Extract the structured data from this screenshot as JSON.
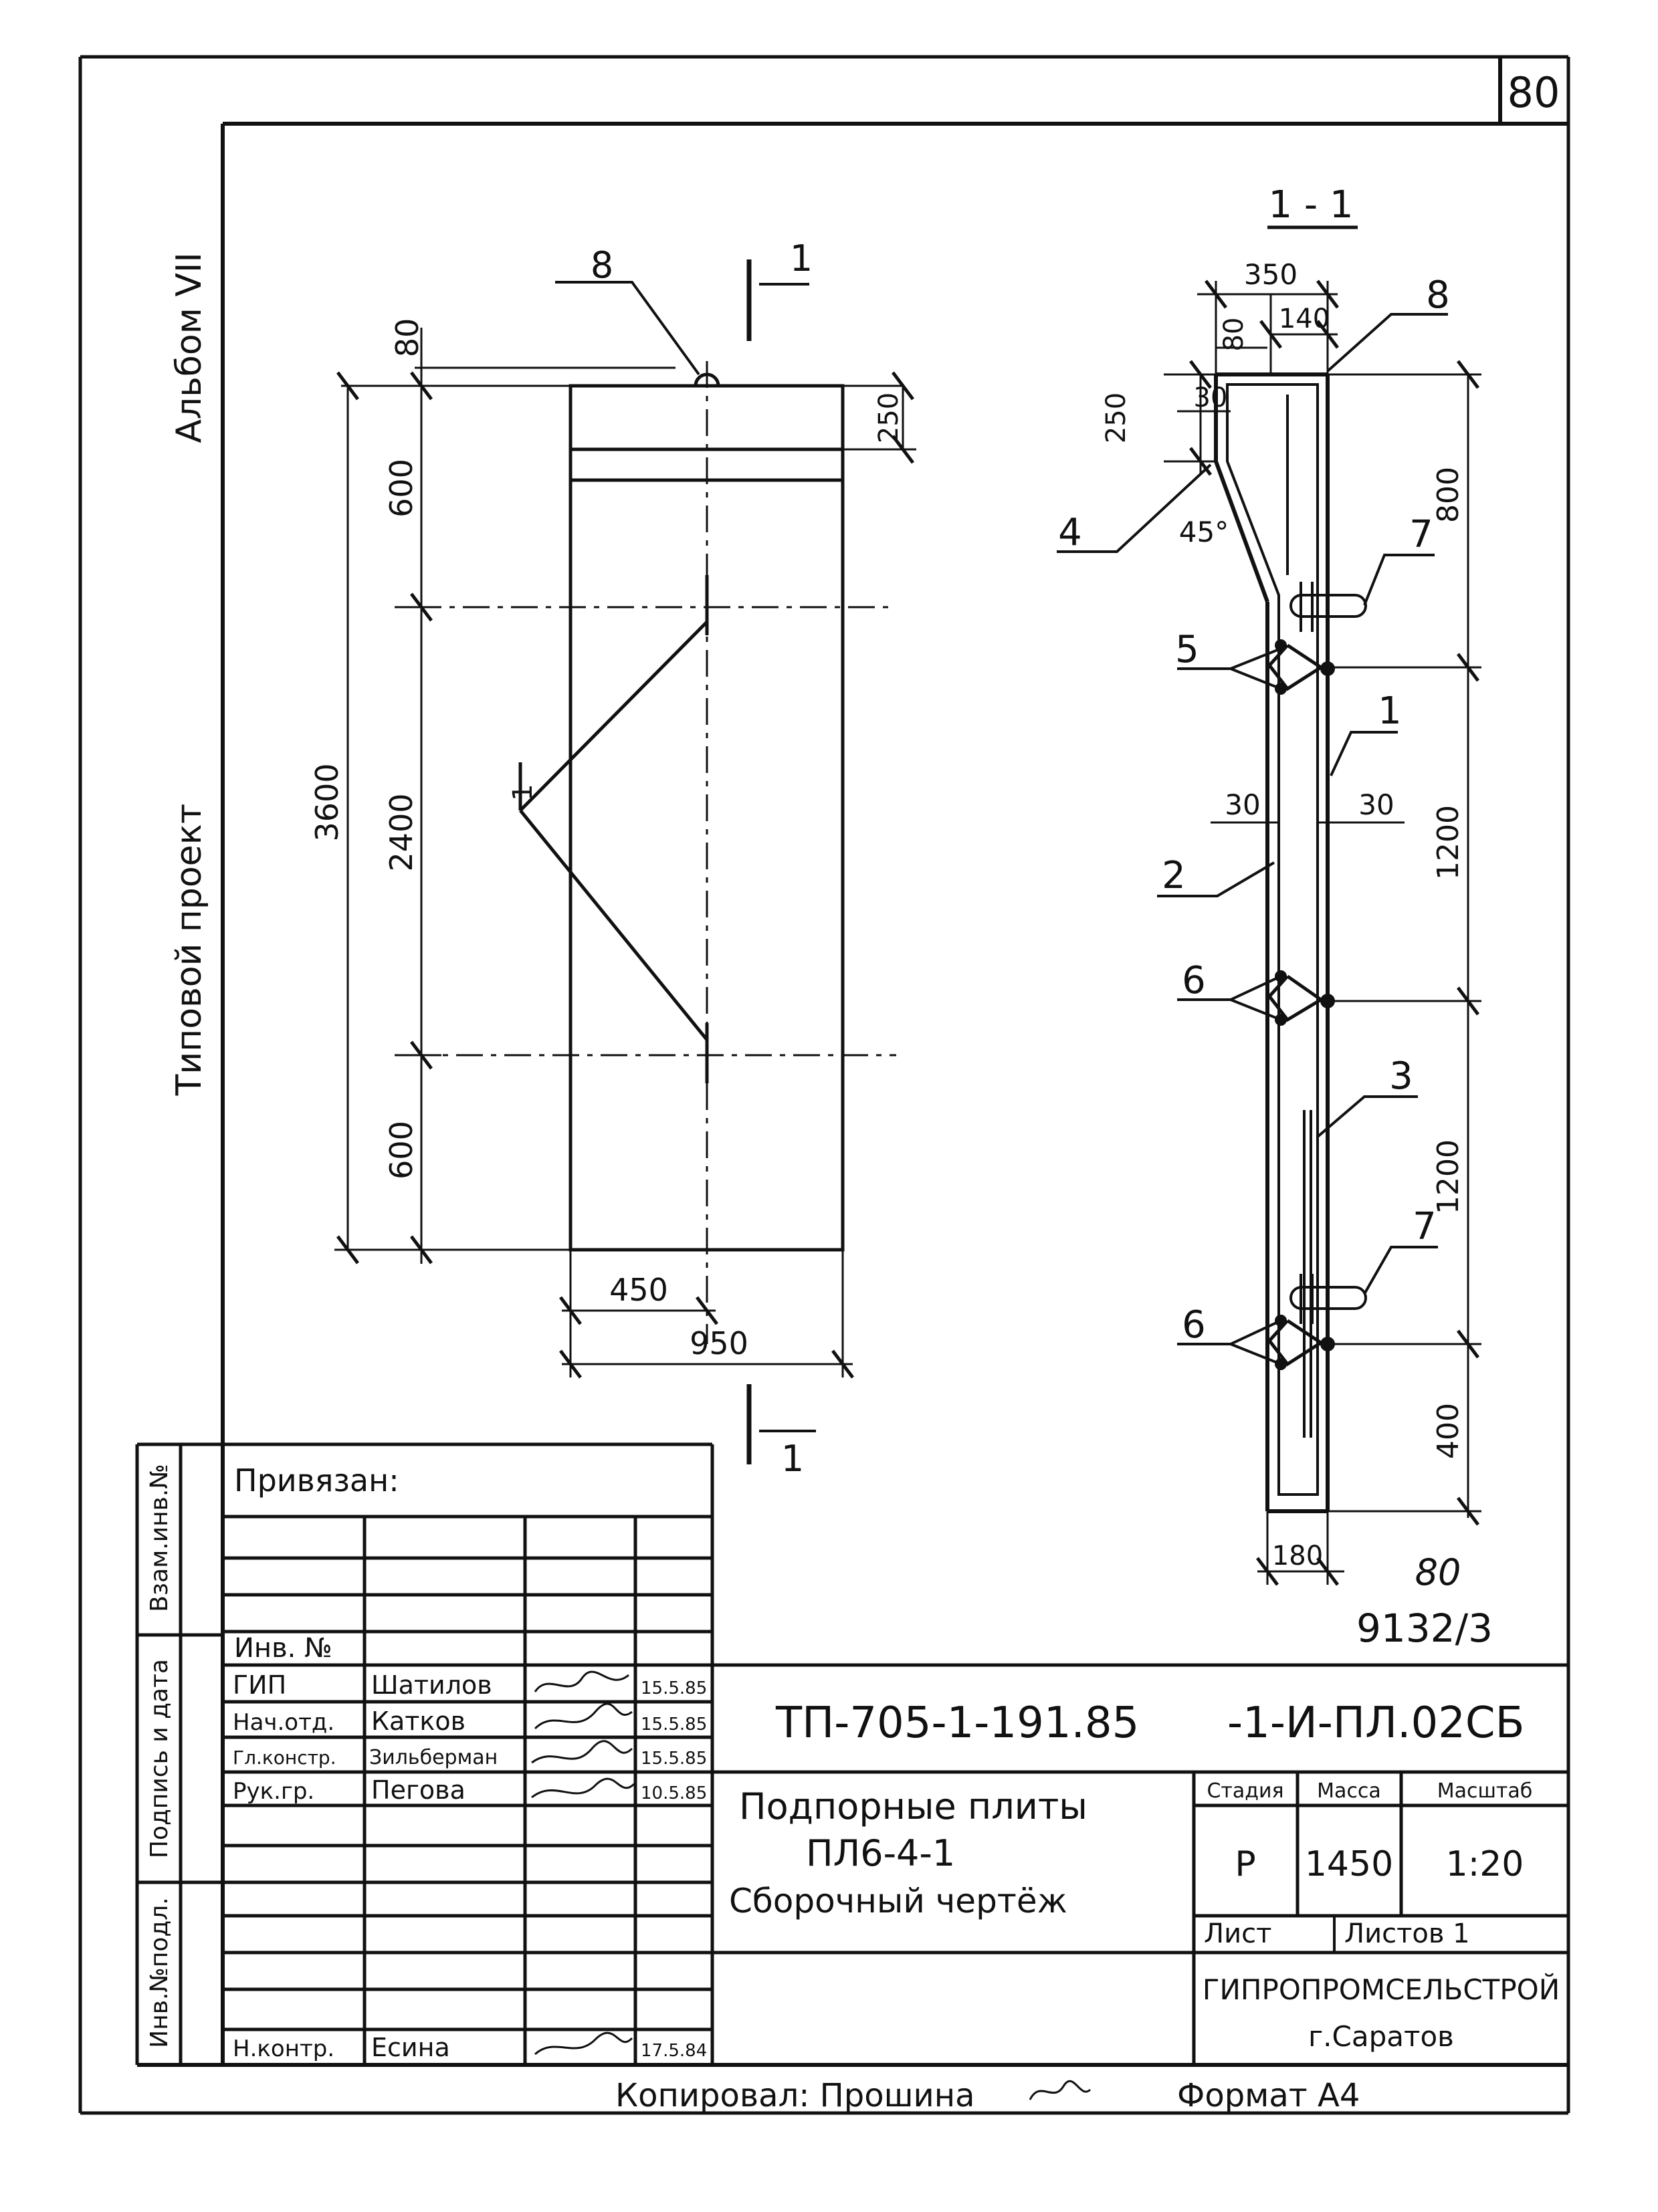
{
  "sheet": {
    "page_number": "80",
    "album": "Альбом VII",
    "project_type": "Типовой проект",
    "copied_by": "Копировал: Прошина",
    "format": "Формат А4",
    "archive_number_top": "80",
    "archive_number": "9132/3"
  },
  "plan_view": {
    "dims": {
      "d80": "80",
      "d250": "250",
      "d600_top": "600",
      "d2400": "2400",
      "d600_bottom": "600",
      "d3600": "3600",
      "d450": "450",
      "d950": "950"
    },
    "callouts": {
      "c8": "8",
      "c1": "1",
      "section_top": "1",
      "section_bottom": "1"
    }
  },
  "section_view": {
    "title": "1 - 1",
    "dims": {
      "d350": "350",
      "d80": "80",
      "d140": "140",
      "d30_top": "30",
      "d250": "250",
      "angle": "45°",
      "d800": "800",
      "d1200_upper": "1200",
      "d1200_lower": "1200",
      "d400": "400",
      "d30_left": "30",
      "d30_right": "30",
      "d180": "180"
    },
    "callouts": {
      "c1": "1",
      "c2": "2",
      "c3": "3",
      "c4": "4",
      "c5": "5",
      "c6_upper": "6",
      "c6_lower": "6",
      "c7_upper": "7",
      "c7_lower": "7",
      "c8": "8"
    }
  },
  "side_stamp": {
    "labels": [
      "Инв.№подл.",
      "Подпись и дата",
      "Взам.инв.№"
    ]
  },
  "title_block": {
    "attached": "Привязан:",
    "inventory": "Инв. №",
    "roles": [
      {
        "role": "ГИП",
        "name": "Шатилов",
        "date": "15.5.85"
      },
      {
        "role": "Нач.отд.",
        "name": "Катков",
        "date": "15.5.85"
      },
      {
        "role": "Гл.констр.",
        "name": "Зильберман",
        "date": "15.5.85"
      },
      {
        "role": "Рук.гр.",
        "name": "Пегова",
        "date": "10.5.85"
      },
      {
        "role": "Н.контр.",
        "name": "Есина",
        "date": "17.5.84"
      }
    ],
    "code_left": "ТП-705-1-191.85",
    "code_right": "-1-И-ПЛ.02СБ",
    "title_line1": "Подпорные плиты",
    "title_line2": "ПЛ6-4-1",
    "title_line3": "Сборочный чертёж",
    "stage_header": "Стадия",
    "mass_header": "Масса",
    "scale_header": "Масштаб",
    "stage": "Р",
    "mass": "1450",
    "scale": "1:20",
    "sheet_label": "Лист",
    "sheets_label": "Листов 1",
    "organization": "ГИПРОПРОМСЕЛЬСТРОЙ",
    "city": "г.Саратов"
  }
}
